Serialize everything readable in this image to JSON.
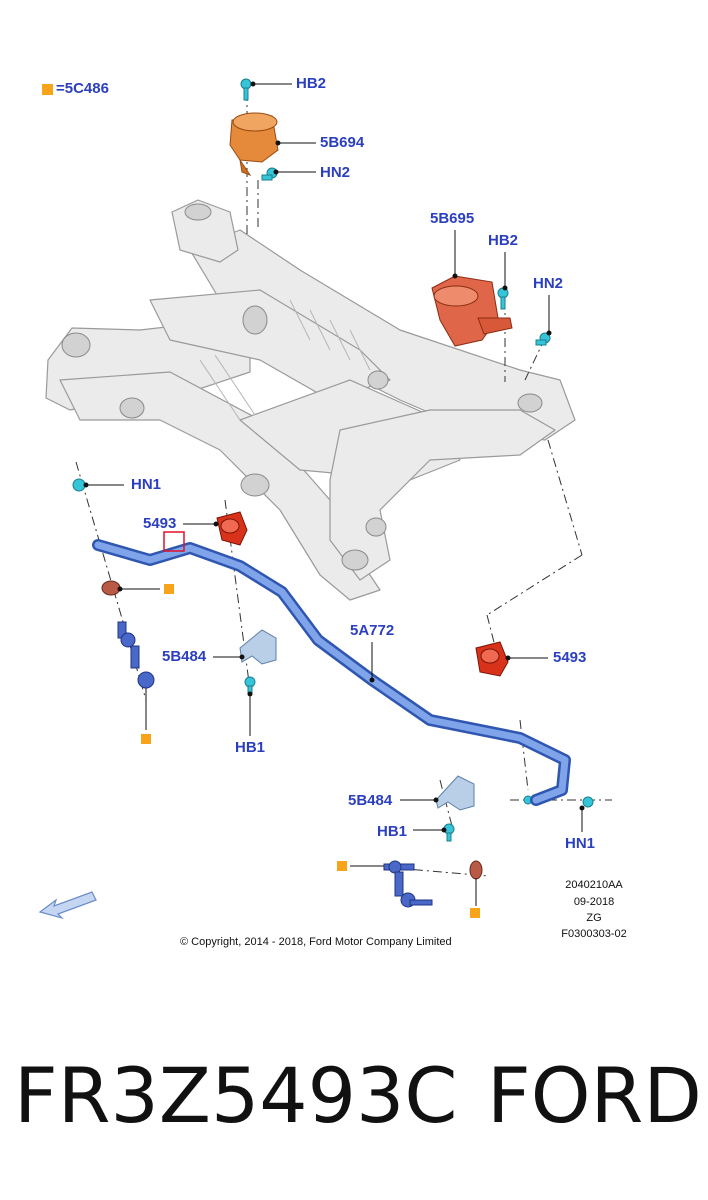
{
  "legend": {
    "symbol_color": "#f7a41b",
    "text": "=5C486"
  },
  "callouts": {
    "hb2_top": "HB2",
    "p5b694": "5B694",
    "hn2_top": "HN2",
    "p5b695": "5B695",
    "hb2_right": "HB2",
    "hn2_right": "HN2",
    "hn1_left": "HN1",
    "p5493_left": "5493",
    "p5a772": "5A772",
    "p5b484_left": "5B484",
    "hb1_left": "HB1",
    "p5493_right": "5493",
    "p5b484_right": "5B484",
    "hb1_right": "HB1",
    "hn1_right": "HN1"
  },
  "drawing_meta": {
    "line1": "2040210AA",
    "line2": "09-2018",
    "line3": "ZG",
    "line4": "F0300303-02"
  },
  "copyright": "© Copyright, 2014 - 2018, Ford Motor Company Limited",
  "footer": {
    "part_number": "FR3Z5493C",
    "brand": "FORD"
  },
  "colors": {
    "callout_text": "#2b3fbf",
    "bushing_red": "#d8321a",
    "mount_orange": "#e07a2e",
    "stabilizer_blue": "#5b84d6",
    "frame_gray": "#e6e6e6",
    "bracket_lightblue": "#a9c4e4",
    "fastener_cyan": "#38c6d9",
    "highlight_box": "#e0102a"
  }
}
